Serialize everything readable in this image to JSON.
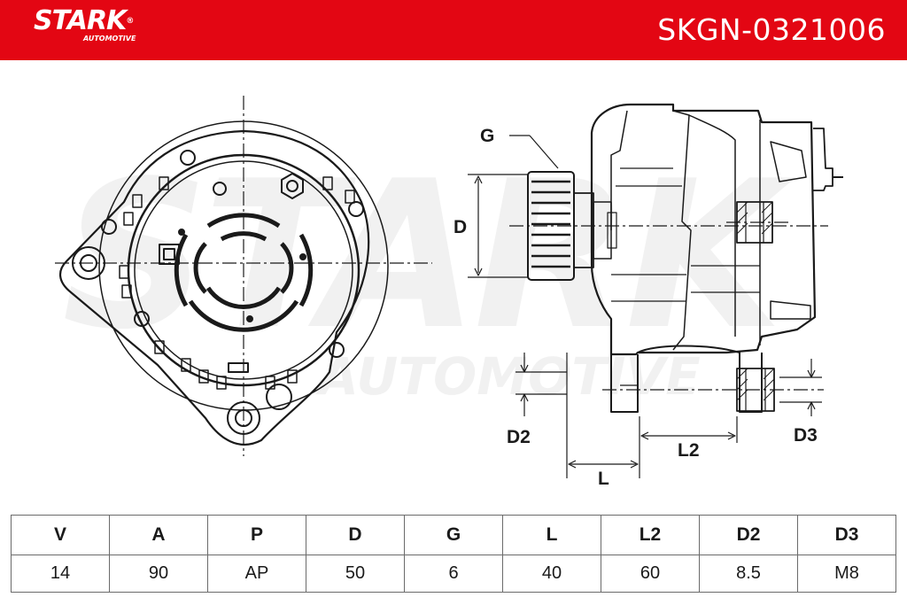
{
  "brand": {
    "name": "STARK",
    "registered_mark": "®",
    "subline": "AUTOMOTIVE",
    "color": "#e30613"
  },
  "part_number": "SKGN-0321006",
  "watermark": {
    "main": "STARK",
    "sub": "AUTOMOTIVE"
  },
  "dimension_labels": {
    "G": "G",
    "D": "D",
    "D2": "D2",
    "D3": "D3",
    "L": "L",
    "L2": "L2"
  },
  "spec_table": {
    "headers": [
      "V",
      "A",
      "P",
      "D",
      "G",
      "L",
      "L2",
      "D2",
      "D3"
    ],
    "values": [
      "14",
      "90",
      "AP",
      "50",
      "6",
      "40",
      "60",
      "8.5",
      "M8"
    ]
  }
}
